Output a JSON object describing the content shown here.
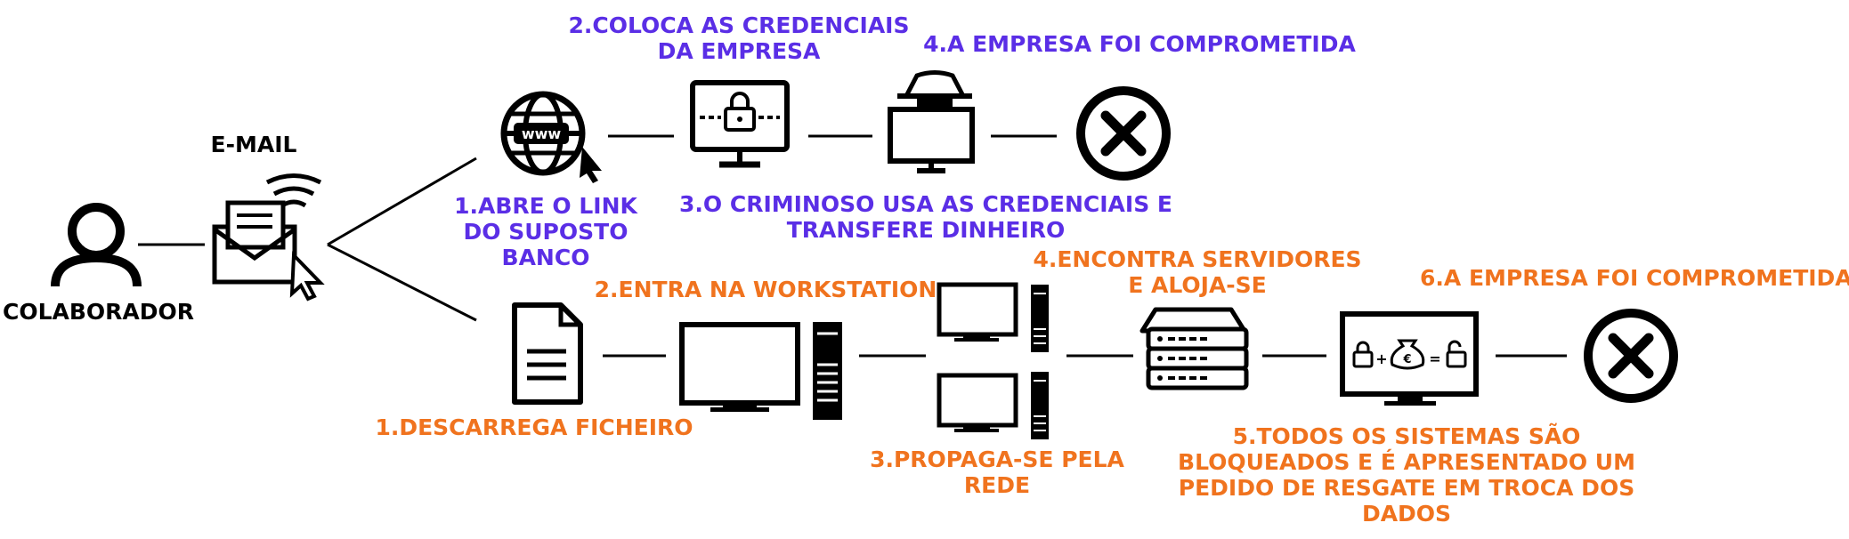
{
  "colors": {
    "phishing": "#5a2ee6",
    "ransomware": "#f0731e",
    "ink": "#000000"
  },
  "actor": {
    "label": "COLABORADOR",
    "icon": "person-icon"
  },
  "email": {
    "label": "E-MAIL",
    "icon": "email-click-icon"
  },
  "phishing": {
    "steps": [
      {
        "label": "1.ABRE O LINK DO SUPOSTO BANCO",
        "icon": "globe-www-cursor-icon"
      },
      {
        "label": "2.COLOCA AS CREDENCIAIS DA EMPRESA",
        "icon": "locked-monitor-icon"
      },
      {
        "label": "3.O CRIMINOSO USA AS CREDENCIAIS E TRANSFERE DINHEIRO",
        "icon": "hacker-icon"
      },
      {
        "label": "4.A EMPRESA FOI COMPROMETIDA",
        "icon": "x-circle-icon"
      }
    ]
  },
  "ransomware": {
    "steps": [
      {
        "label": "1.DESCARREGA FICHEIRO",
        "icon": "document-icon"
      },
      {
        "label": "2.ENTRA NA WORKSTATION",
        "icon": "workstation-icon"
      },
      {
        "label": "3.PROPAGA-SE PELA REDE",
        "icon": "network-workstations-icon"
      },
      {
        "label": "4.ENCONTRA SERVIDORES E ALOJA-SE",
        "icon": "server-rack-icon"
      },
      {
        "label": "5.TODOS OS SISTEMAS SÃO BLOQUEADOS E É APRESENTADO UM PEDIDO DE RESGATE EM TROCA DOS DADOS",
        "icon": "ransom-monitor-icon"
      },
      {
        "label": "6.A EMPRESA FOI COMPROMETIDA",
        "icon": "x-circle-icon"
      }
    ]
  }
}
